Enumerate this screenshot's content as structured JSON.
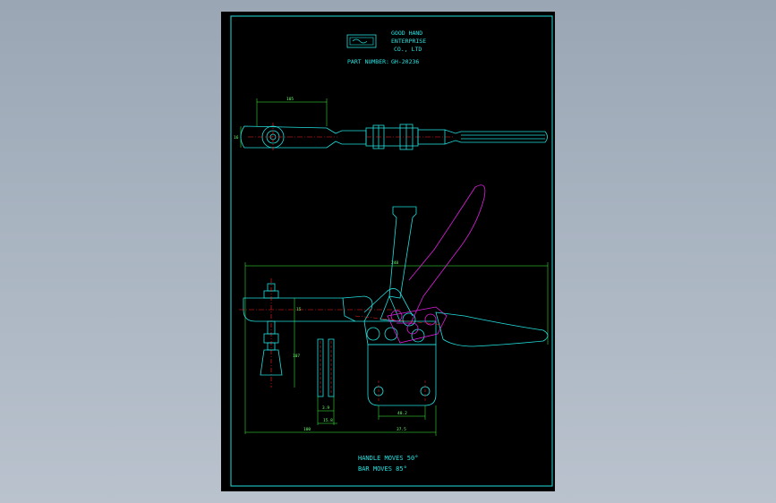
{
  "title_block": {
    "company_line1": "GOOD HAND",
    "company_line2": "ENTERPRISE",
    "company_line3": "CO., LTD",
    "part_number_label": "PART NUMBER:",
    "part_number_value": "GH-20236"
  },
  "dimensions": {
    "top_length": "105",
    "top_height": "16",
    "overall_length": "248",
    "spindle_height": "15",
    "arm_height": "107",
    "slot_width": "3.9",
    "slot_spacing": "15.8",
    "base_left": "100",
    "base_right": "37.5",
    "base_hole_spacing": "40.2"
  },
  "notes": {
    "handle_moves": "HANDLE MOVES 50°",
    "bar_moves": "BAR MOVES 85°"
  },
  "colors": {
    "frame": "#22dede",
    "outline": "#22dede",
    "handle": "#e020e0",
    "centerline": "#ff2020",
    "dimension": "#40ff40",
    "sheet_background": "#000000",
    "app_background": "#a9b4c1"
  }
}
